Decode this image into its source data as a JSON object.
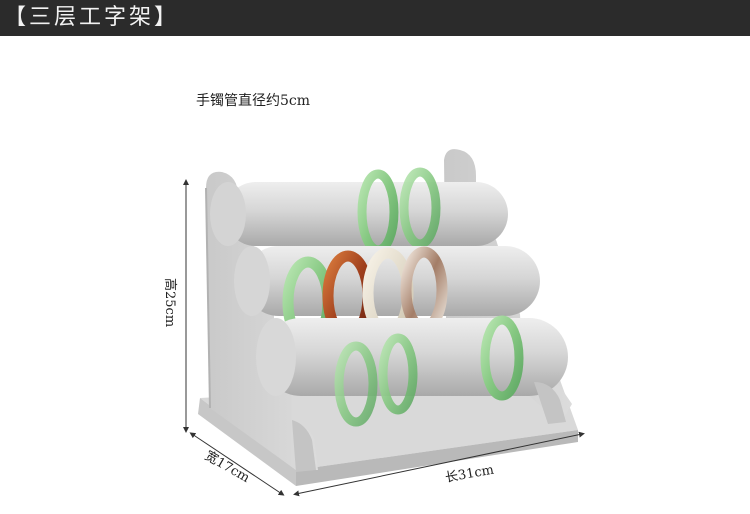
{
  "banner": {
    "title": "【三层工字架】"
  },
  "caption": "手镯管直径约5cm",
  "dimensions": {
    "height": "高25cm",
    "width": "宽17cm",
    "length": "长31cm"
  },
  "colors": {
    "banner_bg": "#2b2b2b",
    "velvet": "#cfcfcf",
    "jade_green": "#8fd08c",
    "agate_red": "#b0542c",
    "cream": "#ece6d8"
  }
}
